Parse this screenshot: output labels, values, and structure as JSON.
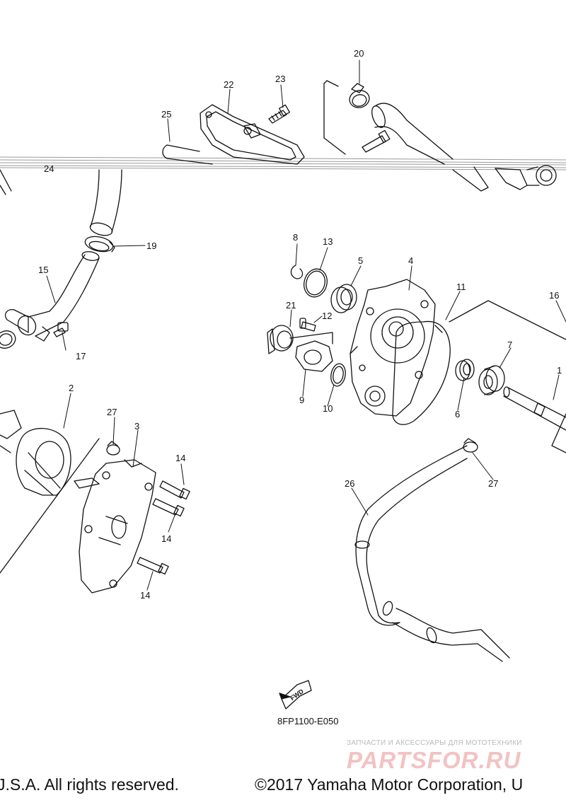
{
  "callouts": {
    "n1": "1",
    "n2": "2",
    "n3": "3",
    "n4": "4",
    "n5": "5",
    "n6": "6",
    "n7": "7",
    "n8": "8",
    "n9": "9",
    "n10": "10",
    "n11": "11",
    "n12": "12",
    "n13": "13",
    "n14a": "14",
    "n14b": "14",
    "n14c": "14",
    "n15": "15",
    "n16": "16",
    "n17": "17",
    "n19": "19",
    "n20": "20",
    "n21": "21",
    "n22": "22",
    "n23": "23",
    "n24": "24",
    "n25": "25",
    "n26": "26",
    "n27a": "27",
    "n27b": "27"
  },
  "fwd_label": "FWD",
  "diagram_code": "8FP1100-E050",
  "watermark": {
    "tagline": "ЗАПЧАСТИ И АКСЕССУАРЫ ДЛЯ МОТОТЕХНИКИ",
    "logo": "PARTSFOR.RU"
  },
  "footer": {
    "left": "J.S.A. All rights reserved.",
    "right": "©2017 Yamaha Motor Corporation, U"
  },
  "colors": {
    "ink": "#111111",
    "watermark_logo": "#f3c2c2",
    "watermark_text": "#b9b9b9"
  }
}
